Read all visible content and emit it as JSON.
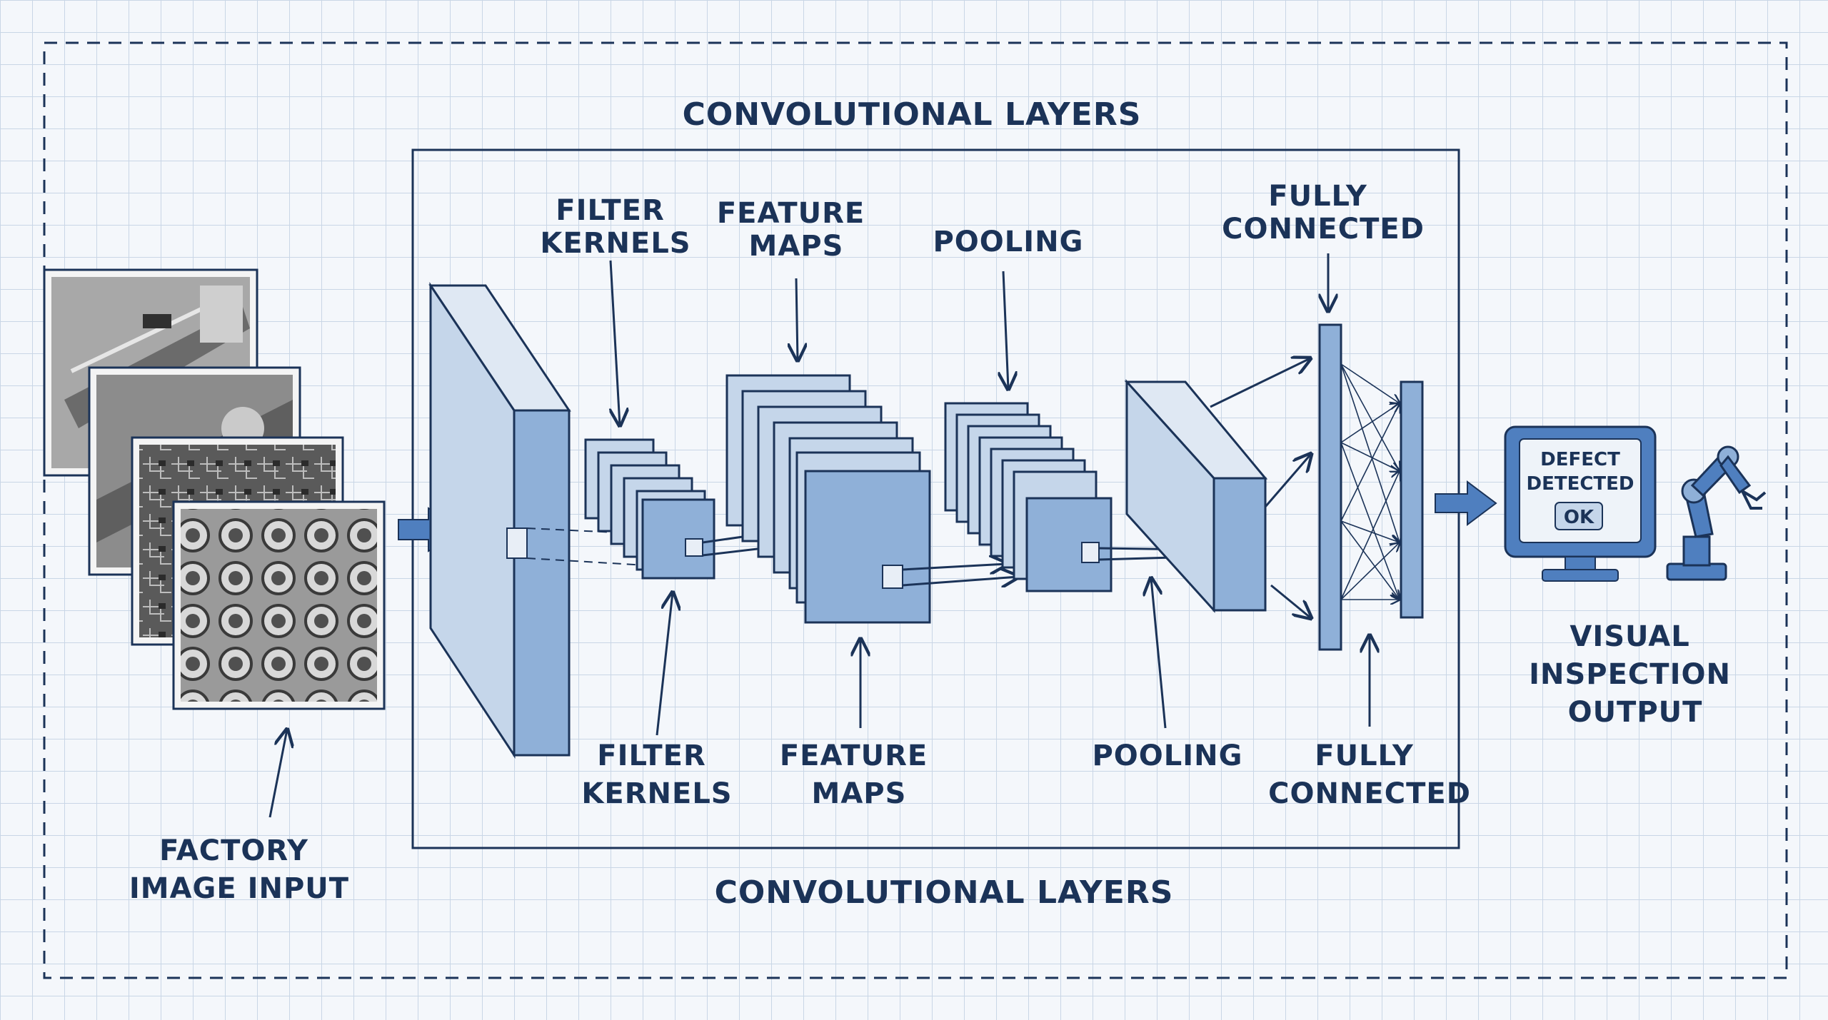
{
  "labels": {
    "conv_top": "CONVOLUTIONAL LAYERS",
    "conv_bottom": "CONVOLUTIONAL LAYERS",
    "filter_top_1": "FILTER",
    "filter_top_2": "KERNELS",
    "feature_top_1": "FEATURE",
    "feature_top_2": "MAPS",
    "pooling_top": "POOLING",
    "fc_top_1": "FULLY",
    "fc_top_2": "CONNECTED",
    "filter_bot_1": "FILTER",
    "filter_bot_2": "KERNELS",
    "feature_bot_1": "FEATURE",
    "feature_bot_2": "MAPS",
    "pooling_bot": "POOLING",
    "fc_bot_1": "FULLY",
    "fc_bot_2": "CONNECTED",
    "input_1": "FACTORY",
    "input_2": "IMAGE INPUT",
    "output_1": "VISUAL",
    "output_2": "INSPECTION",
    "output_3": "OUTPUT"
  },
  "monitor": {
    "line1": "DEFECT",
    "line2": "DETECTED",
    "status": "OK"
  },
  "colors": {
    "ink": "#1b3358",
    "fill_light": "#c5d6ea",
    "fill_mid": "#8fb0d8",
    "accent_blue": "#4f7fbf",
    "grid": "#c9d6e6"
  },
  "icons": [
    "conveyor-photo",
    "circuit-board-photo",
    "bearing-parts-photo",
    "monitor-icon",
    "robot-arm-icon"
  ]
}
